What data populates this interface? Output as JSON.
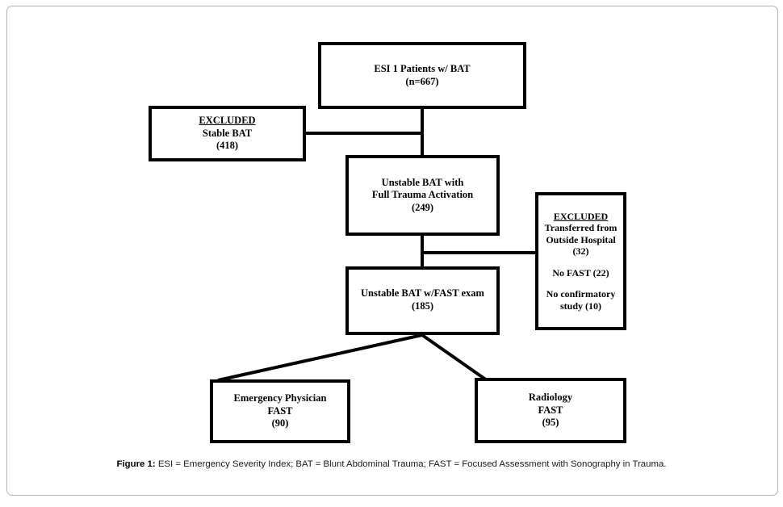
{
  "figure": {
    "caption_label": "Figure 1:",
    "caption_text": "ESI = Emergency Severity Index; BAT = Blunt Abdominal Trauma; FAST = Focused Assessment with Sonography in Trauma."
  },
  "chart_data": {
    "type": "diagram",
    "title": "ESI 1 Patients w/ BAT patient flow",
    "nodes": [
      {
        "id": "top",
        "label": "ESI 1 Patients w/ BAT",
        "count_text": "(n=667)",
        "count": 667
      },
      {
        "id": "excluded-left",
        "heading": "EXCLUDED",
        "label": "Stable BAT",
        "count_text": "(418)",
        "count": 418
      },
      {
        "id": "unstable",
        "label_line1": "Unstable BAT with",
        "label_line2": "Full Trauma Activation",
        "count_text": "(249)",
        "count": 249
      },
      {
        "id": "excluded-right",
        "heading": "EXCLUDED",
        "label_line1": "Transferred from",
        "label_line2": "Outside Hospital",
        "count_text": "(32)",
        "count": 32,
        "item2": "No FAST (22)",
        "item3_line1": "No confirmatory",
        "item3_line2": "study (10)"
      },
      {
        "id": "fast-exam",
        "label": "Unstable BAT w/FAST exam",
        "count_text": "(185)",
        "count": 185
      },
      {
        "id": "emergency-physician",
        "label_line1": "Emergency Physician",
        "label_line2": "FAST",
        "count_text": "(90)",
        "count": 90
      },
      {
        "id": "radiology",
        "label_line1": "Radiology",
        "label_line2": "FAST",
        "count_text": "(95)",
        "count": 95
      }
    ],
    "edges": [
      {
        "from": "top",
        "to": "unstable",
        "style": "orthogonal"
      },
      {
        "from": "top",
        "to": "excluded-left",
        "style": "orthogonal"
      },
      {
        "from": "unstable",
        "to": "fast-exam",
        "style": "orthogonal"
      },
      {
        "from": "unstable",
        "to": "excluded-right",
        "style": "orthogonal"
      },
      {
        "from": "fast-exam",
        "to": "emergency-physician",
        "style": "diagonal"
      },
      {
        "from": "fast-exam",
        "to": "radiology",
        "style": "diagonal"
      }
    ],
    "colors": {
      "node_border": "#000000",
      "node_fill": "#ffffff",
      "connector": "#000000",
      "page_border": "#b3b3b3",
      "background": "#ffffff"
    }
  }
}
